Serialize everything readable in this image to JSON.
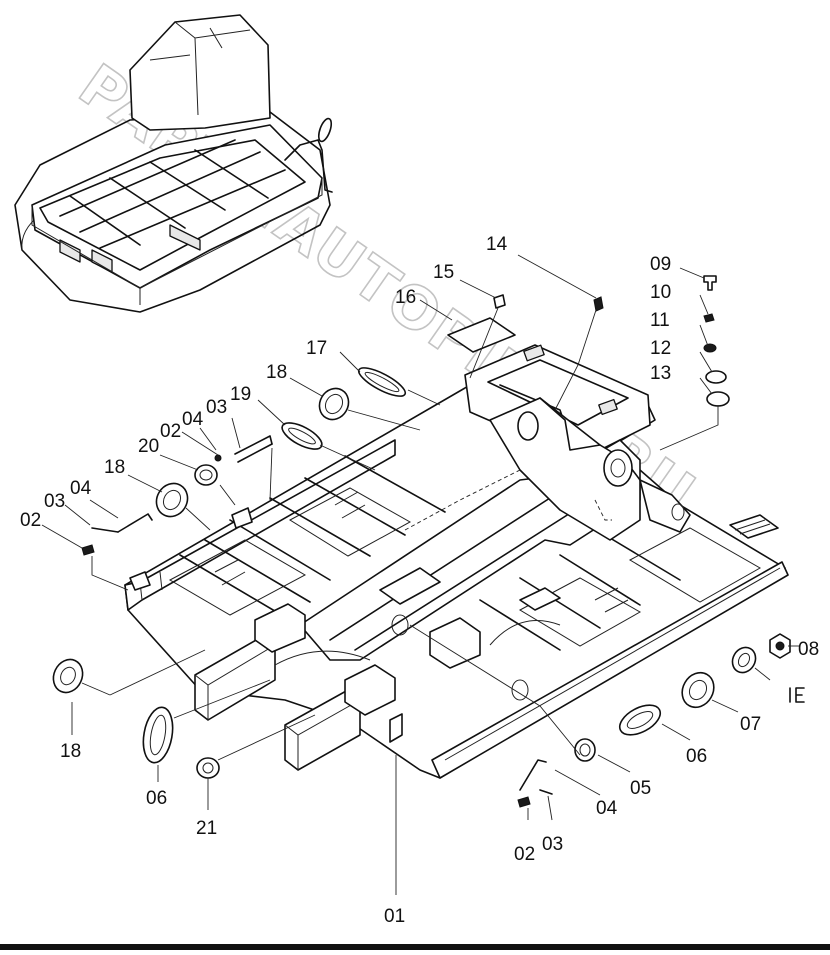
{
  "watermark": {
    "text": "PARTS.AUTOPILOT.RU",
    "color": "#bdbdbd"
  },
  "callouts": [
    {
      "id": "c-01",
      "label": "01"
    },
    {
      "id": "c-02a",
      "label": "02"
    },
    {
      "id": "c-03a",
      "label": "03"
    },
    {
      "id": "c-04a",
      "label": "04"
    },
    {
      "id": "c-18a",
      "label": "18"
    },
    {
      "id": "c-20",
      "label": "20"
    },
    {
      "id": "c-02b",
      "label": "02"
    },
    {
      "id": "c-04b",
      "label": "04"
    },
    {
      "id": "c-03b",
      "label": "03"
    },
    {
      "id": "c-19",
      "label": "19"
    },
    {
      "id": "c-18b",
      "label": "18"
    },
    {
      "id": "c-17",
      "label": "17"
    },
    {
      "id": "c-16",
      "label": "16"
    },
    {
      "id": "c-15",
      "label": "15"
    },
    {
      "id": "c-14",
      "label": "14"
    },
    {
      "id": "c-09",
      "label": "09"
    },
    {
      "id": "c-10",
      "label": "10"
    },
    {
      "id": "c-11",
      "label": "11"
    },
    {
      "id": "c-12",
      "label": "12"
    },
    {
      "id": "c-13",
      "label": "13"
    },
    {
      "id": "c-08",
      "label": "08"
    },
    {
      "id": "c-07",
      "label": "07"
    },
    {
      "id": "c-06a",
      "label": "06"
    },
    {
      "id": "c-05",
      "label": "05"
    },
    {
      "id": "c-04c",
      "label": "04"
    },
    {
      "id": "c-03c",
      "label": "03"
    },
    {
      "id": "c-02c",
      "label": "02"
    },
    {
      "id": "c-18c",
      "label": "18"
    },
    {
      "id": "c-06b",
      "label": "06"
    },
    {
      "id": "c-21",
      "label": "21"
    }
  ]
}
